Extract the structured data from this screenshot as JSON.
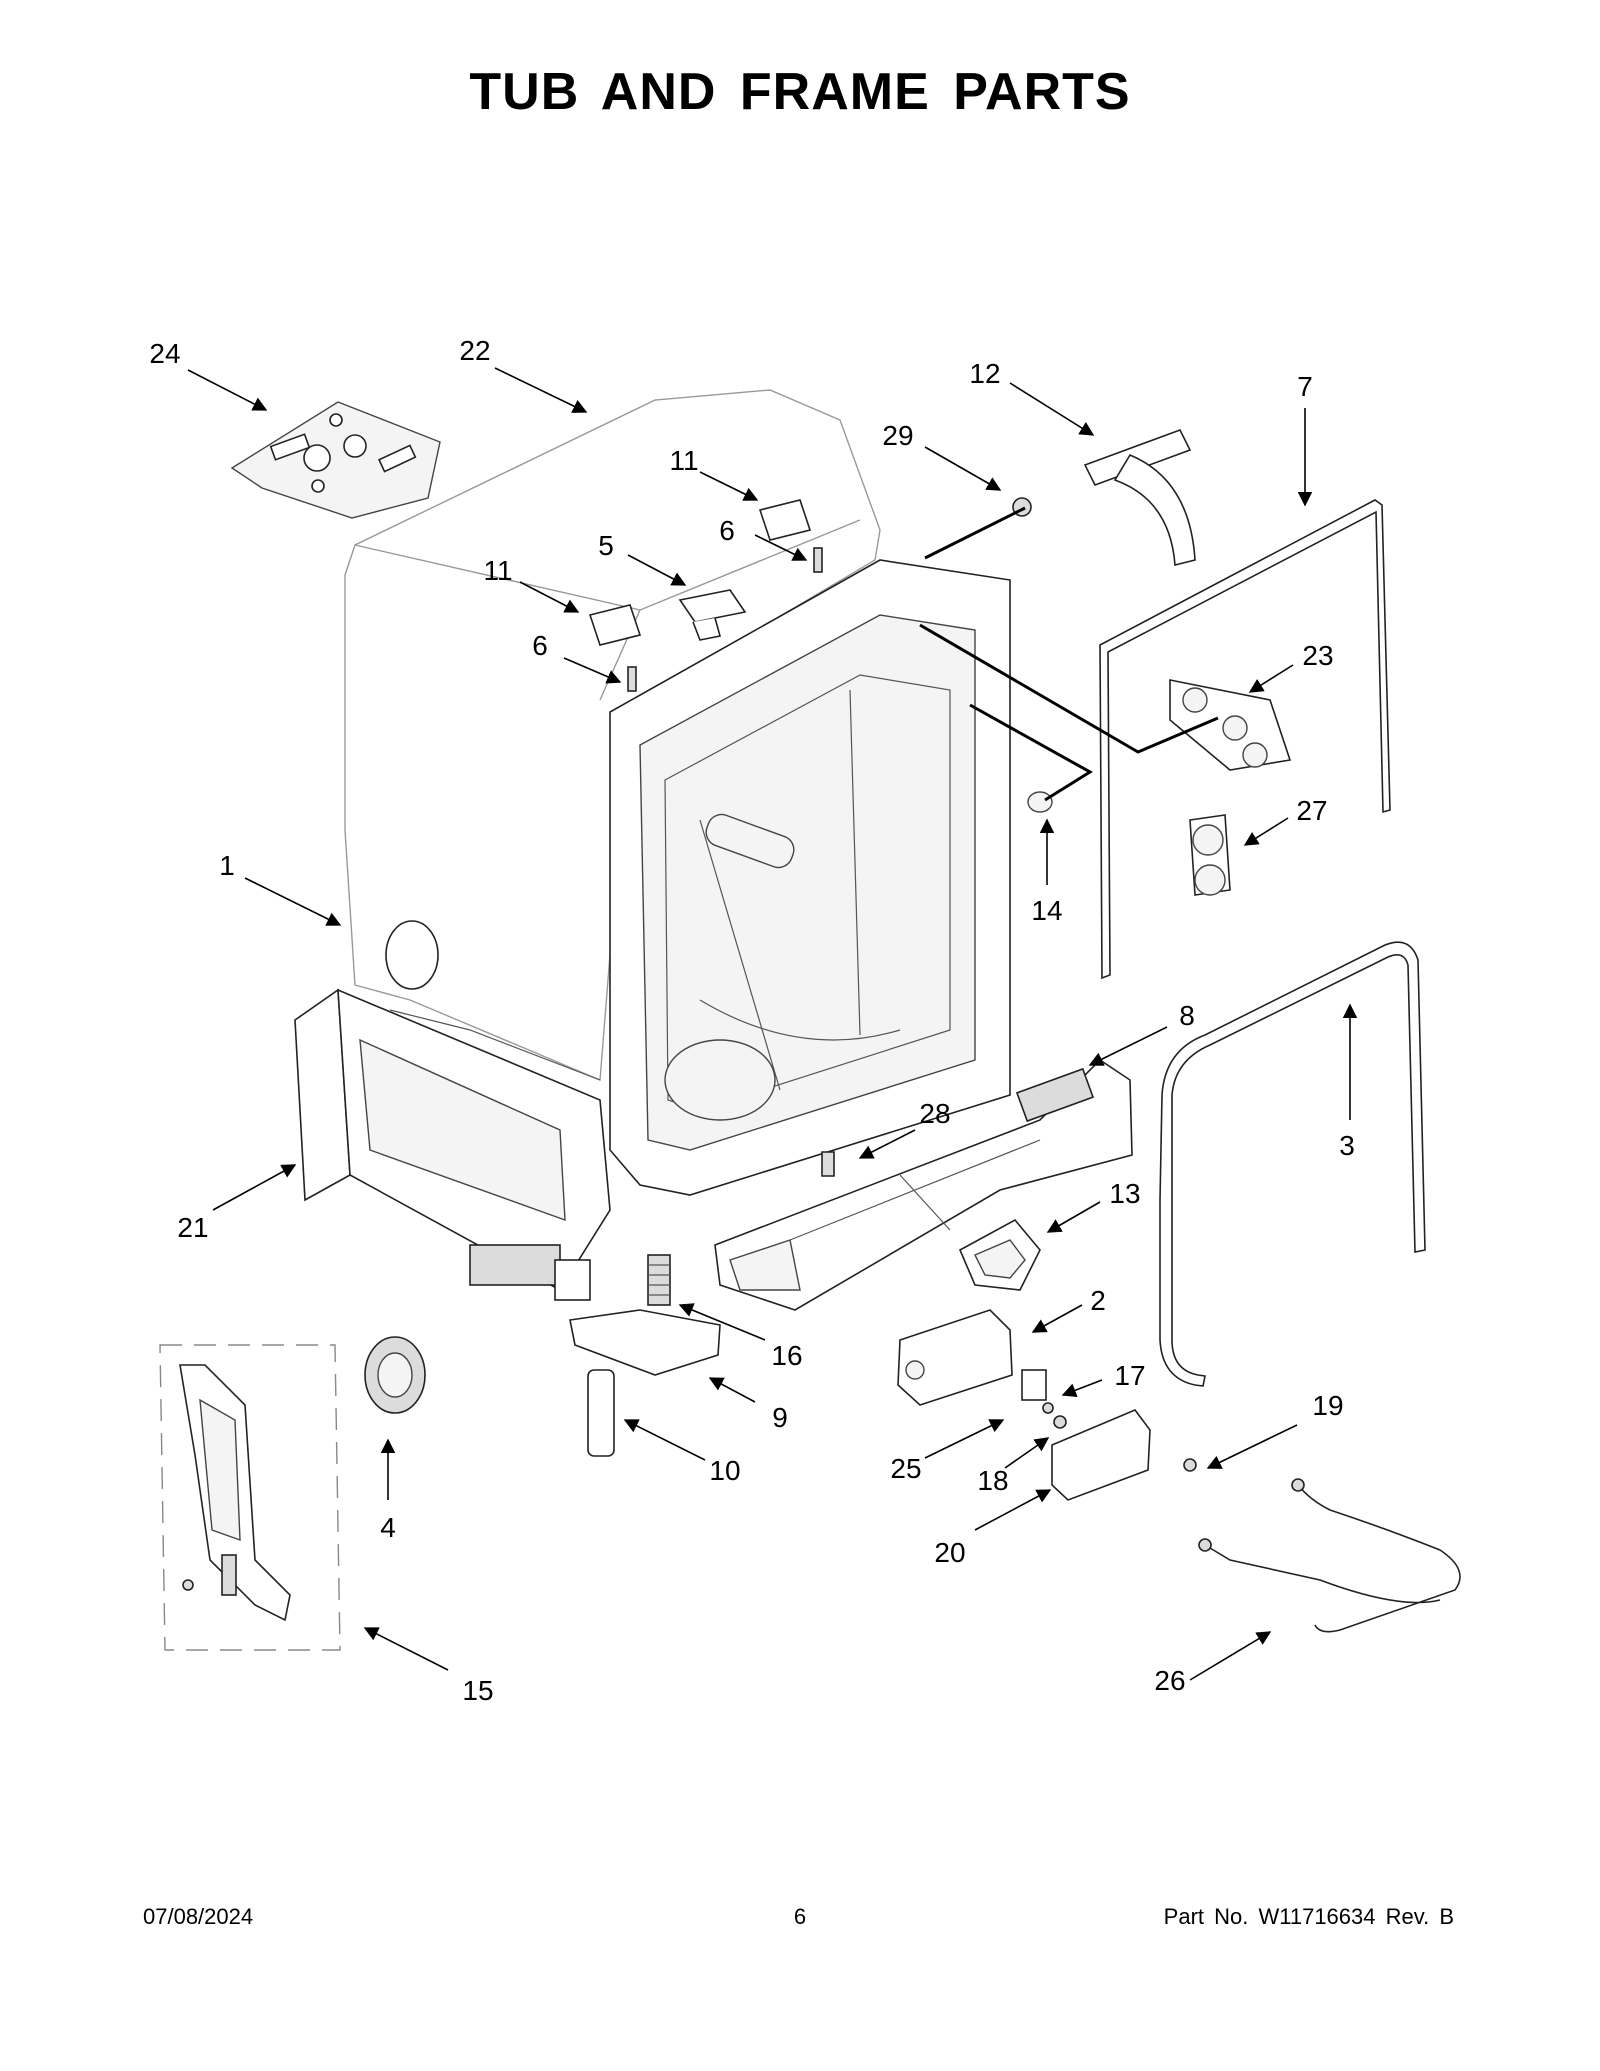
{
  "title": "TUB AND FRAME PARTS",
  "callouts": [
    {
      "id": "c24",
      "label": "24"
    },
    {
      "id": "c22",
      "label": "22"
    },
    {
      "id": "c12",
      "label": "12"
    },
    {
      "id": "c7",
      "label": "7"
    },
    {
      "id": "c29",
      "label": "29"
    },
    {
      "id": "c11a",
      "label": "11"
    },
    {
      "id": "c6a",
      "label": "6"
    },
    {
      "id": "c5",
      "label": "5"
    },
    {
      "id": "c11b",
      "label": "11"
    },
    {
      "id": "c6b",
      "label": "6"
    },
    {
      "id": "c23",
      "label": "23"
    },
    {
      "id": "c27",
      "label": "27"
    },
    {
      "id": "c14",
      "label": "14"
    },
    {
      "id": "c1",
      "label": "1"
    },
    {
      "id": "c8",
      "label": "8"
    },
    {
      "id": "c3",
      "label": "3"
    },
    {
      "id": "c28",
      "label": "28"
    },
    {
      "id": "c13",
      "label": "13"
    },
    {
      "id": "c21",
      "label": "21"
    },
    {
      "id": "c2",
      "label": "2"
    },
    {
      "id": "c16",
      "label": "16"
    },
    {
      "id": "c17",
      "label": "17"
    },
    {
      "id": "c9",
      "label": "9"
    },
    {
      "id": "c19",
      "label": "19"
    },
    {
      "id": "c4",
      "label": "4"
    },
    {
      "id": "c10",
      "label": "10"
    },
    {
      "id": "c25",
      "label": "25"
    },
    {
      "id": "c18",
      "label": "18"
    },
    {
      "id": "c20",
      "label": "20"
    },
    {
      "id": "c15",
      "label": "15"
    },
    {
      "id": "c26",
      "label": "26"
    }
  ],
  "footer": {
    "date": "07/08/2024",
    "page": "6",
    "part_number": "Part No.  W11716634  Rev.  B"
  }
}
